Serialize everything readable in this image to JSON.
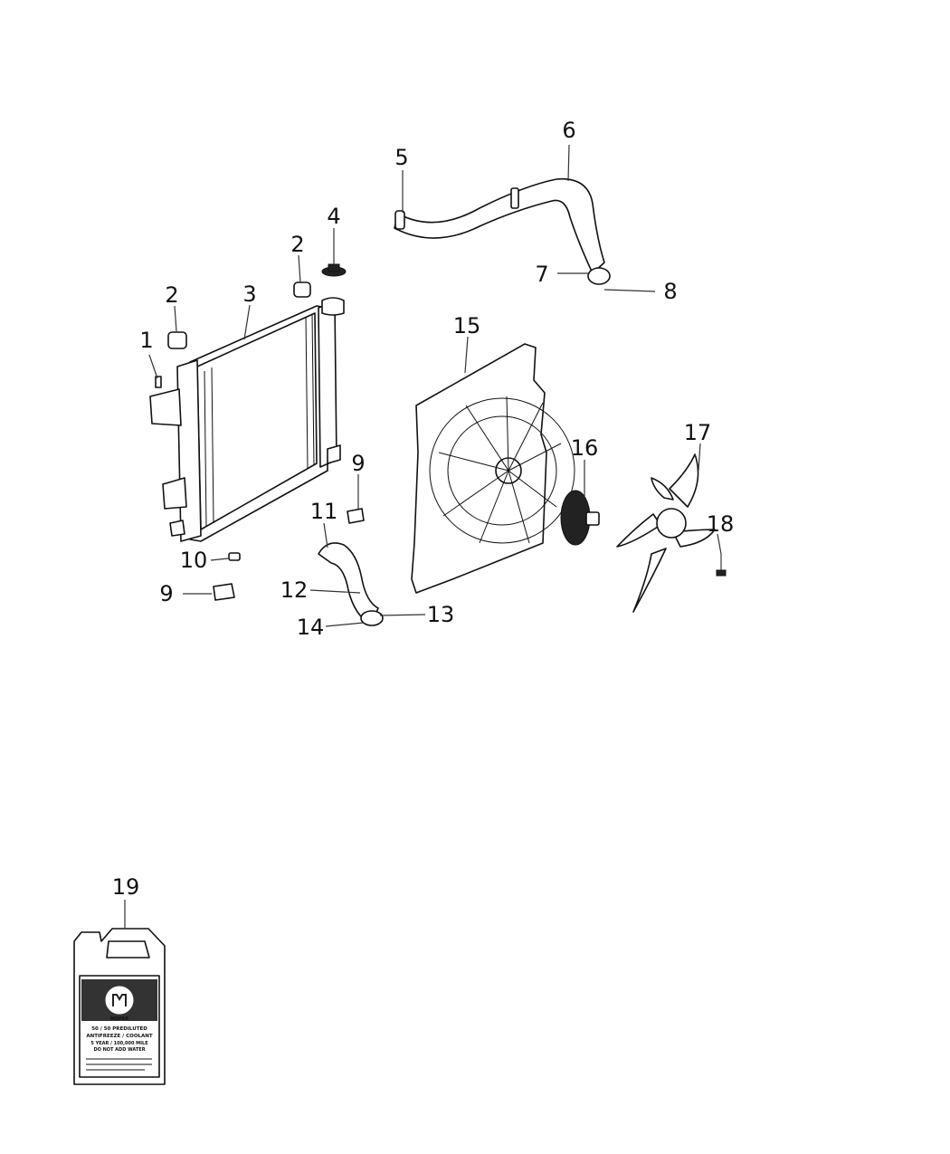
{
  "callouts": {
    "c1": "1",
    "c2a": "2",
    "c2b": "2",
    "c3": "3",
    "c4": "4",
    "c5": "5",
    "c6": "6",
    "c7": "7",
    "c8": "8",
    "c9a": "9",
    "c9b": "9",
    "c10": "10",
    "c11": "11",
    "c12": "12",
    "c13": "13",
    "c14": "14",
    "c15": "15",
    "c16": "16",
    "c17": "17",
    "c18": "18",
    "c19": "19"
  },
  "coolant_label": {
    "brand": "MOPAR",
    "line1": "50 / 50 PREDILUTED",
    "line2": "ANTIFREEZE / COOLANT",
    "line3": "5 YEAR / 100,000 MILE",
    "line4": "DO NOT ADD WATER"
  }
}
